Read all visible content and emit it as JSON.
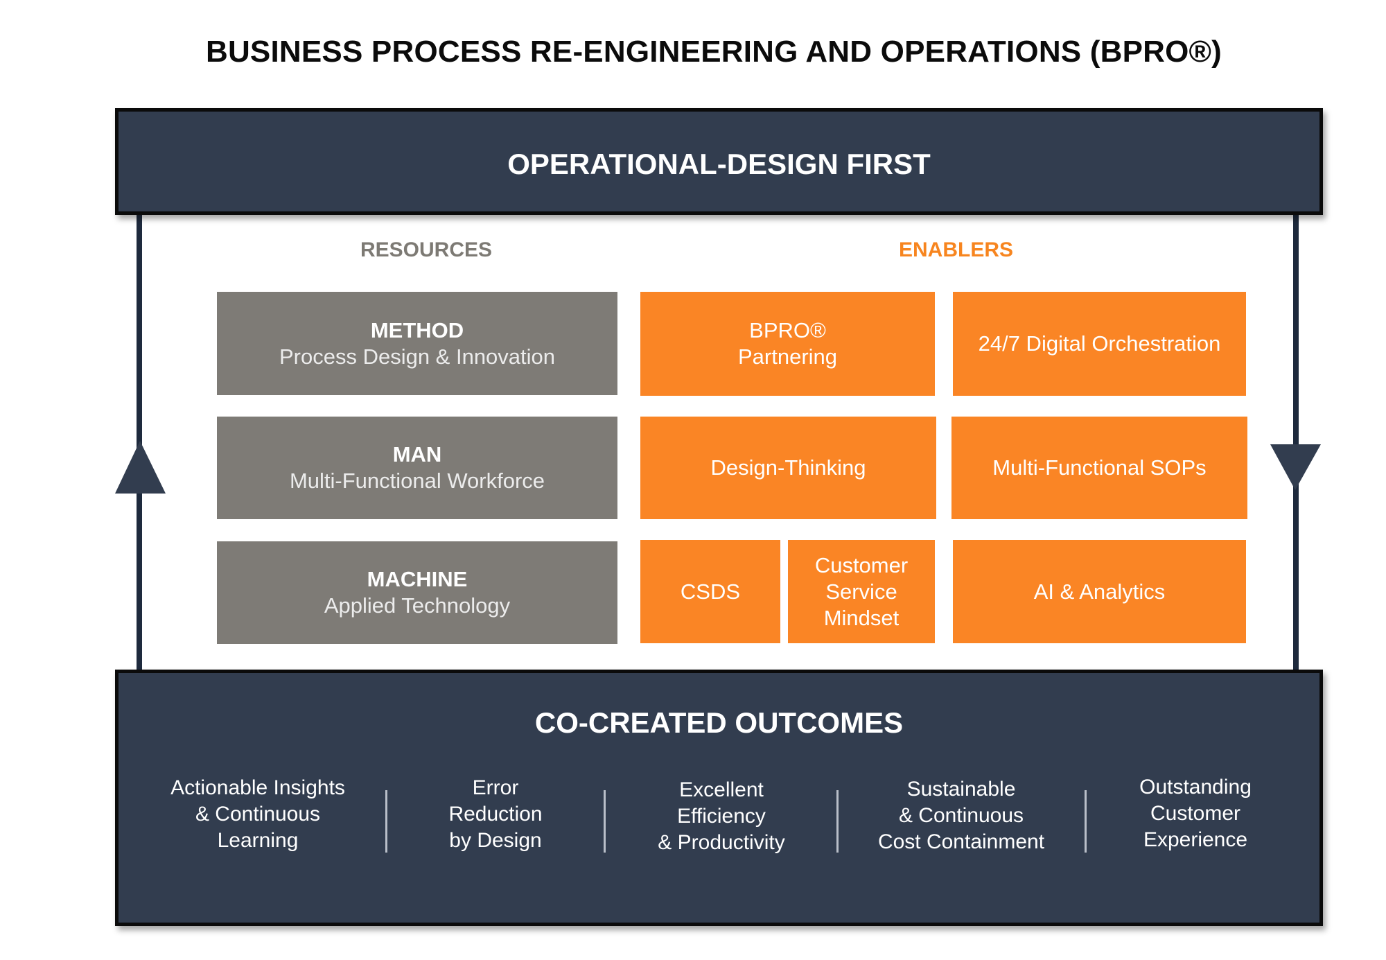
{
  "title": "BUSINESS PROCESS RE-ENGINEERING AND OPERATIONS (BPRO®)",
  "top_banner": "OPERATIONAL-DESIGN FIRST",
  "resources": {
    "heading": "RESOURCES",
    "items": [
      {
        "title": "METHOD",
        "subtitle": "Process Design & Innovation"
      },
      {
        "title": "MAN",
        "subtitle": "Multi-Functional Workforce"
      },
      {
        "title": "MACHINE",
        "subtitle": "Applied Technology"
      }
    ]
  },
  "enablers": {
    "heading": "ENABLERS",
    "items": [
      "BPRO®\nPartnering",
      "24/7 Digital Orchestration",
      "Design-Thinking",
      "Multi-Functional SOPs",
      "CSDS",
      "Customer\nService\nMindset",
      "AI & Analytics"
    ]
  },
  "outcomes": {
    "heading": "CO-CREATED OUTCOMES",
    "items": [
      "Actionable Insights\n& Continuous\nLearning",
      "Error\nReduction\nby Design",
      "Excellent\nEfficiency\n& Productivity",
      "Sustainable\n& Continuous\nCost Containment",
      "Outstanding\nCustomer\nExperience"
    ]
  },
  "colors": {
    "dark_navy": "#323d4f",
    "orange": "#fa8525",
    "grey": "#7e7b76",
    "resources_heading": "#7d7a74",
    "enablers_heading": "#f7851f"
  },
  "icons": {
    "left_arrow": "arrow-up-icon",
    "right_arrow": "arrow-down-icon"
  }
}
